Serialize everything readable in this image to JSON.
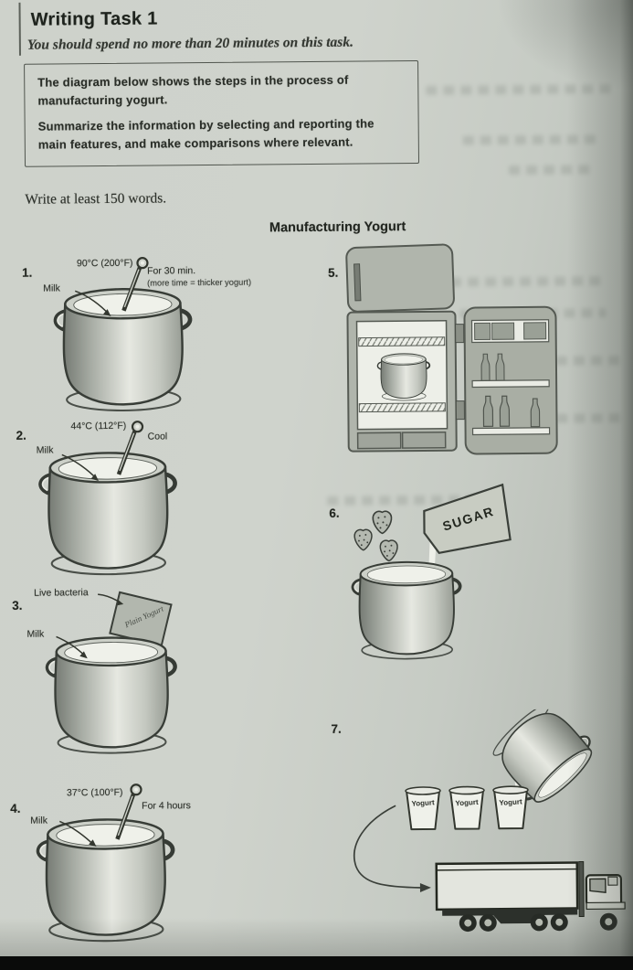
{
  "header": {
    "title": "Writing Task 1",
    "time_instruction": "You should spend no more than 20 minutes on this task.",
    "prompt_line1": "The diagram below shows the steps in the process of manufacturing yogurt.",
    "prompt_line2": "Summarize the information by selecting and reporting the main features, and make comparisons where relevant.",
    "min_words": "Write at least 150 words."
  },
  "diagram": {
    "title": "Manufacturing Yogurt",
    "steps": [
      {
        "number": "1.",
        "milk_label": "Milk",
        "temperature": "90°C (200°F)",
        "duration": "For 30 min.",
        "note": "(more time = thicker yogurt)"
      },
      {
        "number": "2.",
        "milk_label": "Milk",
        "temperature": "44°C (112°F)",
        "action": "Cool"
      },
      {
        "number": "3.",
        "milk_label": "Milk",
        "additive_label": "Live bacteria",
        "packet_text": "Plain Yogurt"
      },
      {
        "number": "4.",
        "milk_label": "Milk",
        "temperature": "37°C (100°F)",
        "duration": "For 4 hours"
      },
      {
        "number": "5."
      },
      {
        "number": "6.",
        "packet_text": "SUGAR"
      },
      {
        "number": "7.",
        "cup_label": "Yogurt"
      }
    ]
  }
}
